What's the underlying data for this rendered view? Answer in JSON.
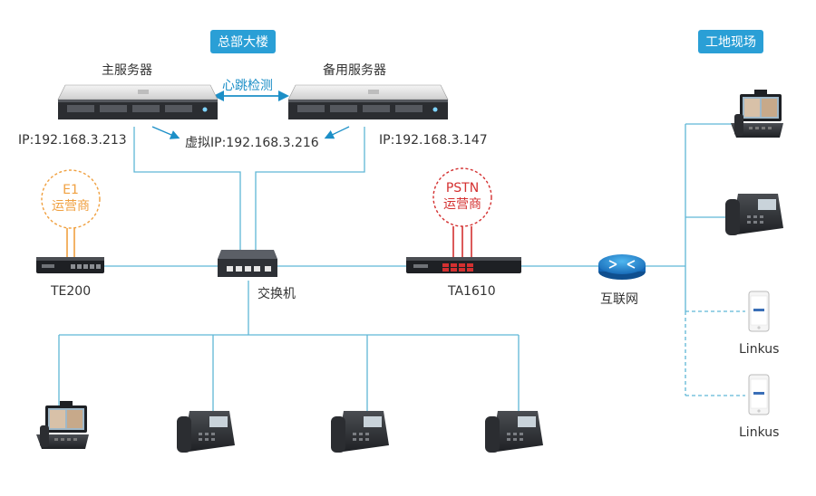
{
  "labels": {
    "hq": "总部大楼",
    "site": "工地现场",
    "main_server": "主服务器",
    "backup_server": "备用服务器",
    "heartbeat": "心跳检测",
    "main_ip": "IP:192.168.3.213",
    "virtual_ip": "虚拟IP:192.168.3.216",
    "backup_ip": "IP:192.168.3.147",
    "e1_top": "E1",
    "e1_bottom": "运营商",
    "pstn_top": "PSTN",
    "pstn_bottom": "运营商",
    "te200": "TE200",
    "switch": "交换机",
    "ta1610": "TA1610",
    "internet": "互联网",
    "linkus1": "Linkus",
    "linkus2": "Linkus"
  },
  "colors": {
    "badge": "#2a9fd6",
    "line": "#5fb7d6",
    "heartbeat": "#1c8fc7",
    "e1": "#f0a040",
    "pstn": "#d43030"
  },
  "icons": {
    "server": "rack-server-icon",
    "switch": "network-switch-icon",
    "gateway": "voip-gateway-icon",
    "router": "router-icon",
    "video_phone": "video-phone-icon",
    "ip_phone": "ip-phone-icon",
    "mobile": "mobile-phone-icon"
  }
}
